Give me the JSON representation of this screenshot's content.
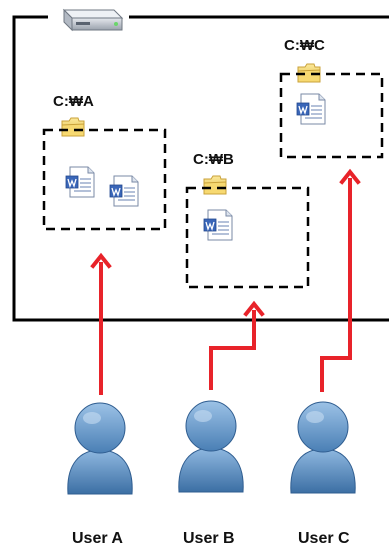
{
  "folders": {
    "a": {
      "label": "C:₩A"
    },
    "b": {
      "label": "C:₩B"
    },
    "c": {
      "label": "C:₩C"
    }
  },
  "users": {
    "a": {
      "label": "User A"
    },
    "b": {
      "label": "User B"
    },
    "c": {
      "label": "User C"
    }
  },
  "colors": {
    "arrow": "#e8232a",
    "outline": "#000000",
    "user_body": "#5b8fc4",
    "user_dark": "#3c6fa4",
    "folder": "#f2d36b",
    "folder_dark": "#d9b540",
    "doc_blue": "#3a66b8"
  },
  "icons": {
    "server": "hard-drive-icon",
    "folder": "folder-icon",
    "document": "word-document-icon",
    "user": "user-icon"
  }
}
